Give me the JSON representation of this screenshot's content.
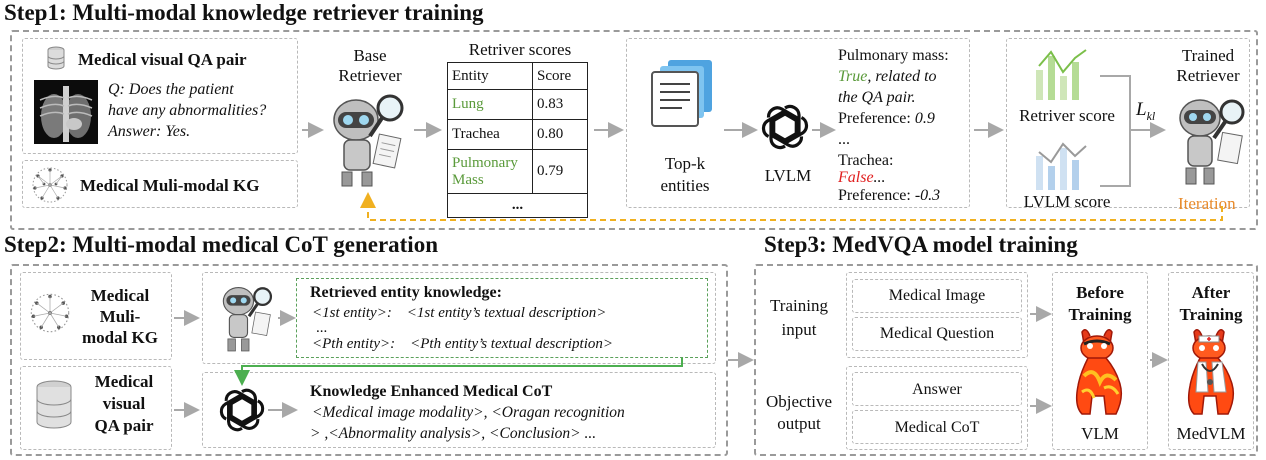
{
  "step1": {
    "title": "Step1: Multi-modal knowledge retriever training",
    "qa_title": "Medical visual QA pair",
    "question": "Q: Does the patient",
    "question2": "have any abnormalities?",
    "answer": "Answer: Yes.",
    "kg_label": "Medical Muli-modal KG",
    "base_retriever_1": "Base",
    "base_retriever_2": "Retriever",
    "scores_title": "Retriver scores",
    "table": {
      "headers": [
        "Entity",
        "Score"
      ],
      "rows": [
        {
          "entity": "Lung",
          "score": "0.83"
        },
        {
          "entity": "Trachea",
          "score": "0.80"
        },
        {
          "entity": "Pulmonary",
          "entity2": "Mass",
          "score": "0.79"
        }
      ],
      "ellipsis": "..."
    },
    "topk_1": "Top-k",
    "topk_2": "entities",
    "lvlm": "LVLM",
    "pref": {
      "l1": "Pulmonary mass:",
      "l2a": "True",
      "l2b": ", related to",
      "l3": "the QA pair.",
      "l4a": "Preference: ",
      "l4b": "0.9",
      "l5": "...",
      "l6": "Trachea:",
      "l7a": "False",
      "l7b": "...",
      "l8a": "Preference: ",
      "l8b": "-0.3"
    },
    "retriever_score": "Retriver score",
    "lvlm_score": "LVLM score",
    "lkl": "L",
    "lkl_sub": "kl",
    "trained_1": "Trained",
    "trained_2": "Retriever",
    "iteration": "Iteration"
  },
  "step2": {
    "title": "Step2: Multi-modal medical CoT generation",
    "kg_1": "Medical",
    "kg_2": "Muli-",
    "kg_3": "modal KG",
    "qa_1": "Medical",
    "qa_2": "visual",
    "qa_3": "QA pair",
    "retrieved_title": "Retrieved entity knowledge:",
    "retrieved_l1": "<1st entity>:    <1st entity’s textual description>",
    "retrieved_l2": "...",
    "retrieved_l3": "<Pth entity>:    <Pth entity’s textual description>",
    "cot_title": "Knowledge Enhanced Medical CoT",
    "cot_l1": "<Medical image modality>, <Oragan recognition",
    "cot_l2": "> ,<Abnormality analysis>, <Conclusion> ..."
  },
  "step3": {
    "title": "Step3: MedVQA model training",
    "training_input_1": "Training",
    "training_input_2": "input",
    "medical_image": "Medical Image",
    "medical_question": "Medical Question",
    "objective_1": "Objective",
    "objective_2": "output",
    "answer": "Answer",
    "medical_cot": "Medical CoT",
    "before_1": "Before",
    "before_2": "Training",
    "after_1": "After",
    "after_2": "Training",
    "vlm": "VLM",
    "medvlm": "MedVLM"
  },
  "colors": {
    "green": "#5a9a3a",
    "red": "#e02020",
    "orange": "#e88a2a",
    "dash": "#9a9a9a",
    "green_border": "#5aa05a"
  }
}
